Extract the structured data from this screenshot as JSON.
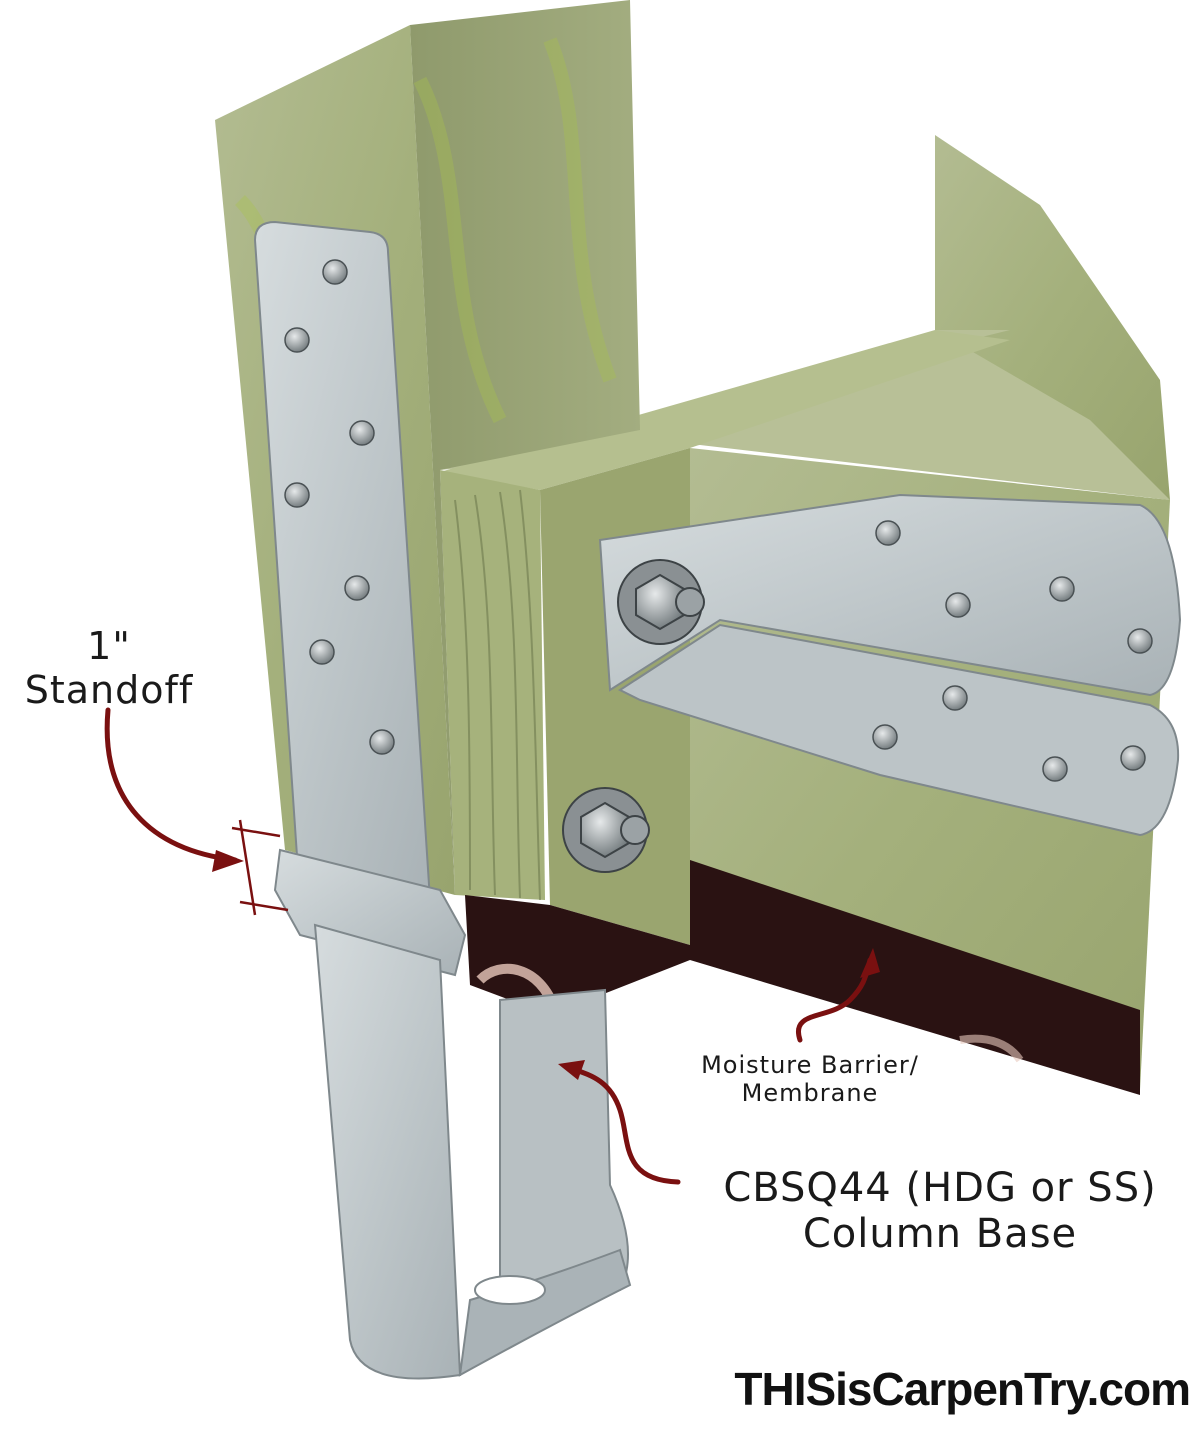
{
  "labels": {
    "standoff_line1": "1\"",
    "standoff_line2": "Standoff",
    "membrane_line1": "Moisture Barrier/",
    "membrane_line2": "Membrane",
    "column_base_line1": "CBSQ44 (HDG or SS)",
    "column_base_line2": "Column Base"
  },
  "brand": "THISisCarpenTry.com",
  "colors": {
    "wood": "#a9b48a",
    "wood_dark": "#8c9866",
    "wood_green": "#9fb84a",
    "steel": "#c3cacd",
    "steel_dark": "#8d969a",
    "membrane": "#2a1212",
    "arrow": "#7a1010",
    "text": "#1a1a1a"
  }
}
